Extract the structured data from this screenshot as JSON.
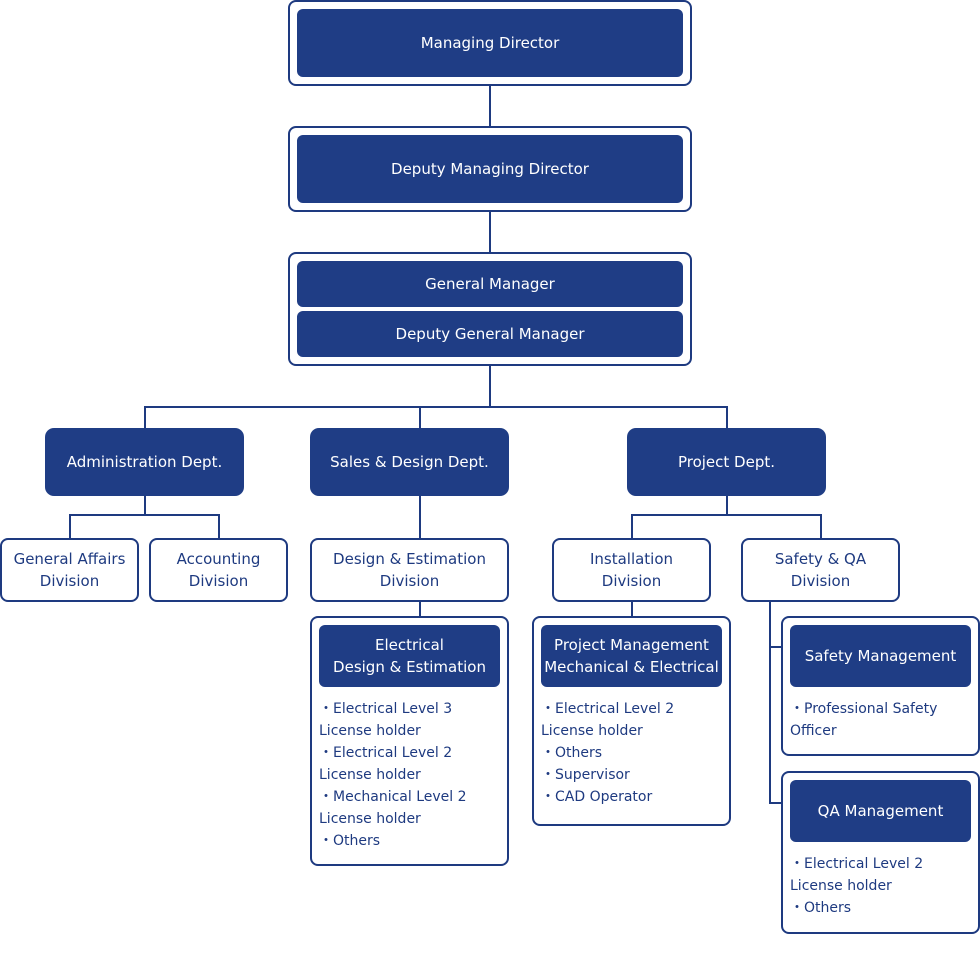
{
  "top": {
    "managing_director": "Managing Director",
    "deputy_managing_director": "Deputy Managing Director",
    "general_manager": "General Manager",
    "deputy_general_manager": "Deputy General Manager"
  },
  "departments": {
    "administration": "Administration Dept.",
    "sales_design": "Sales & Design Dept.",
    "project": "Project Dept."
  },
  "divisions": {
    "general_affairs": "General Affairs\nDivision",
    "accounting": "Accounting\nDivision",
    "design_estimation": "Design & Estimation\nDivision",
    "installation": "Installation\nDivision",
    "safety_qa": "Safety & QA\nDivision"
  },
  "teams": {
    "electrical_design": {
      "title": "Electrical\nDesign & Estimation",
      "items": [
        "・Electrical Level 3",
        "License holder",
        "・Electrical Level 2",
        "License holder",
        "・Mechanical Level 2",
        "License holder",
        "・Others"
      ]
    },
    "project_management": {
      "title": "Project Management\nMechanical & Electrical",
      "items": [
        "・Electrical Level 2",
        "License holder",
        "・Others",
        "・Supervisor",
        "・CAD Operator"
      ]
    },
    "safety_management": {
      "title": "Safety Management",
      "items": [
        "・Professional Safety",
        "Officer"
      ]
    },
    "qa_management": {
      "title": "QA Management",
      "items": [
        "・Electrical Level 2",
        "License holder",
        "・Others"
      ]
    }
  },
  "colors": {
    "primary": "#1f3d85",
    "line": "#1e3a80",
    "background": "#ffffff"
  }
}
